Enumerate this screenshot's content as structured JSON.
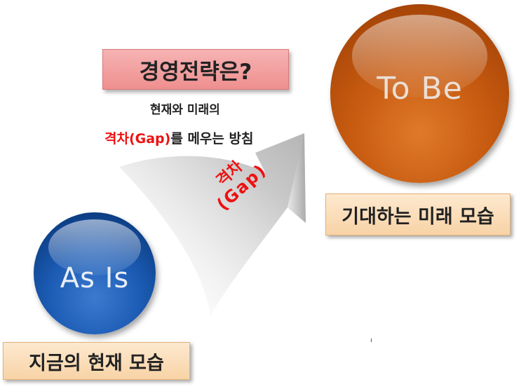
{
  "title": "경영전략은?",
  "description": {
    "line1": "현재와 미래의",
    "gap_term": "격차(Gap)",
    "line2_rest": "를 메우는 방침"
  },
  "arrow": {
    "label_line1": "격차",
    "label_line2": "(Gap)",
    "label_color": "#ee1111"
  },
  "as_is": {
    "label": "As Is",
    "caption": "지금의 현재 모습",
    "color": "#1b5bb3"
  },
  "to_be": {
    "label": "To Be",
    "caption": "기대하는 미래 모습",
    "color": "#c65a10"
  },
  "colors": {
    "title_box": "#ef8f8f",
    "caption_box": "#f8d3a6",
    "highlight_text": "#ee1111"
  }
}
